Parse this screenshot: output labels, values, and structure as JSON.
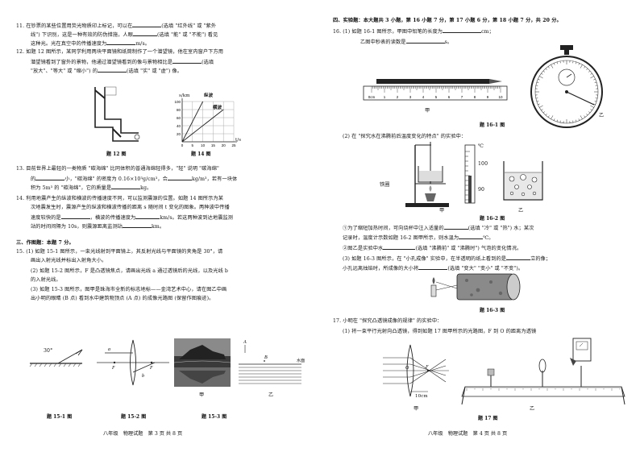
{
  "left": {
    "q11": [
      "11. 在钞票的某些位置用荧光物质印上标记，可以在",
      "(选填 \"红外线\" 或 \"紫外",
      "线\") 下识别，这是一种有效的防伪措施，人眼",
      "(选填 \"能\" 或 \"不能\") 看见",
      "这种光。光在真空中的传播速度为",
      "m/s。"
    ],
    "q12": [
      "12. 如题 12 图所示，某同学利用两块平面镜和纸筒制作了一个潜望镜，他在室内窗户下方用",
      "潜望镜看到了窗外的景物，他通过潜望镜看到的像与景物相比是",
      "(选填",
      "\"放大\"、\"等大\" 或 \"缩小\") 的",
      "(选填 \"实\" 或 \"虚\") 像。"
    ],
    "q13": [
      "13. 目前世界上最轻的一类物质 \"碳海绵\" 比同体积的普通海绵轻得多，\"轻\" 说明 \"碳海绵\"",
      "的",
      "小，\"碳海绵\" 的密度为 0.16×10³g/cm³，合",
      "kg/m³，若有一块体",
      "积为 5m³ 的 \"碳海绵\"，它的质量是",
      "kg。"
    ],
    "q14": [
      "14. 利用地震产生的纵波和横波的传播速度不同，可以监测震源的位置。如题 14 图所示为某",
      "次地震发生时，震源产生的纵波和横波传播的距离 s 随时间 t 变化的图象。两种波中传播",
      "速度较快的是",
      "，横波的传播速度为",
      "km/s。若这两种波到达地震监测",
      "站的时间间隔为 10s，则震源距离监测站",
      "km。"
    ],
    "sec3": "三、作图题：本题 7 分。",
    "q15": [
      "15. (1) 如题 15-1 图所示，一束光线射到平面镜上，其反射光线与平面镜的夹角是 30°，请",
      "画出入射光线并标出入射角大小。",
      "(2) 如题 15-2 图所示，F 是凸透镜焦点，请画出光线 a 通过透镜后的光线，以及光线 b",
      "的入射光线。",
      "(3) 如题 15-3 图所示，图甲是珠海市全新的标志地标——金湾艺术中心，请在图乙中画",
      "出小明的眼睛 (B 点) 看到水中建筑物顶点 (A 点) 的成像光路图 (保留作图痕迹)。"
    ],
    "fig12": "题 12 图",
    "fig14": "题 14 图",
    "fig14_title": "纵波",
    "fig14_label2": "横波",
    "fig14_yaxis": "s/km",
    "fig14_xaxis": "t/s",
    "fig14_yticks": [
      "100",
      "80",
      "60",
      "40",
      "20"
    ],
    "fig14_xticks": [
      "0",
      "5",
      "10",
      "15",
      "20",
      "25"
    ],
    "fig151": "题 15-1 图",
    "fig152": "题 15-2 图",
    "fig153": "题 15-3 图",
    "fig153_a": "甲",
    "fig153_b": "乙",
    "angle": "30°",
    "water": "水面",
    "footer": "八年级　物理试题　第 3 页 共 8 页"
  },
  "right": {
    "sec4": "四、实验题：本大题共 3 小题，第 16 小题 7 分，第 17 小题 6 分，第 18 小题 7 分，共 20 分。",
    "q16a": [
      "16. (1) 如题 16-1 图所示，甲图中铅笔的长度为",
      "cm；",
      "乙图中秒表的读数是",
      "s。"
    ],
    "fig161": "题 16-1 图",
    "fig161_a": "甲",
    "fig161_b": "乙",
    "ruler_ticks": [
      "0cm",
      "1",
      "2",
      "3",
      "4",
      "5",
      "6",
      "7",
      "8",
      "9",
      "10"
    ],
    "q16b": "(2) 在 \"探究水在沸腾前后温度变化的特点\" 的实验中：",
    "tie": "铁圈",
    "thermo": [
      "℃",
      "100",
      "90"
    ],
    "fig162": "题 16-2 图",
    "fig162_a": "甲",
    "fig162_b": "乙",
    "q16c": [
      "①为了缩短加热时间，可向烧杯中注入适量的",
      "(选填 \"冷\" 或 \"热\") 水；某次",
      "记录时，温度计示数如题 16-2 图甲所示，则水温为",
      "℃。",
      "②图乙是实验中水",
      "(选填 \"沸腾前\" 或 \"沸腾时\") 气泡的变化情况。",
      "(3) 如题 16-3 图所示，在 \"小孔成像\" 实验中，在半透明的纸上看到的是",
      "立的像；",
      "小孔远离烛焰时，所成像的大小将",
      "(选填 \"变大\" \"变小\" 或 \"不变\")。"
    ],
    "fig163": "题 16-3 图",
    "q17": [
      "17. 小明在 \"探究凸透镜成像的规律\" 的实验中：",
      "(1) 将一束平行光射向凸透镜，得到如题 17 图甲所示的光路图，F 到 O 的距离为透镜"
    ],
    "fig17": "题 17 图",
    "fig17_a": "甲",
    "fig17_b": "乙",
    "fig17_dist": "10cm",
    "footer": "八年级　物理试题　第 4 页 共 8 页"
  }
}
